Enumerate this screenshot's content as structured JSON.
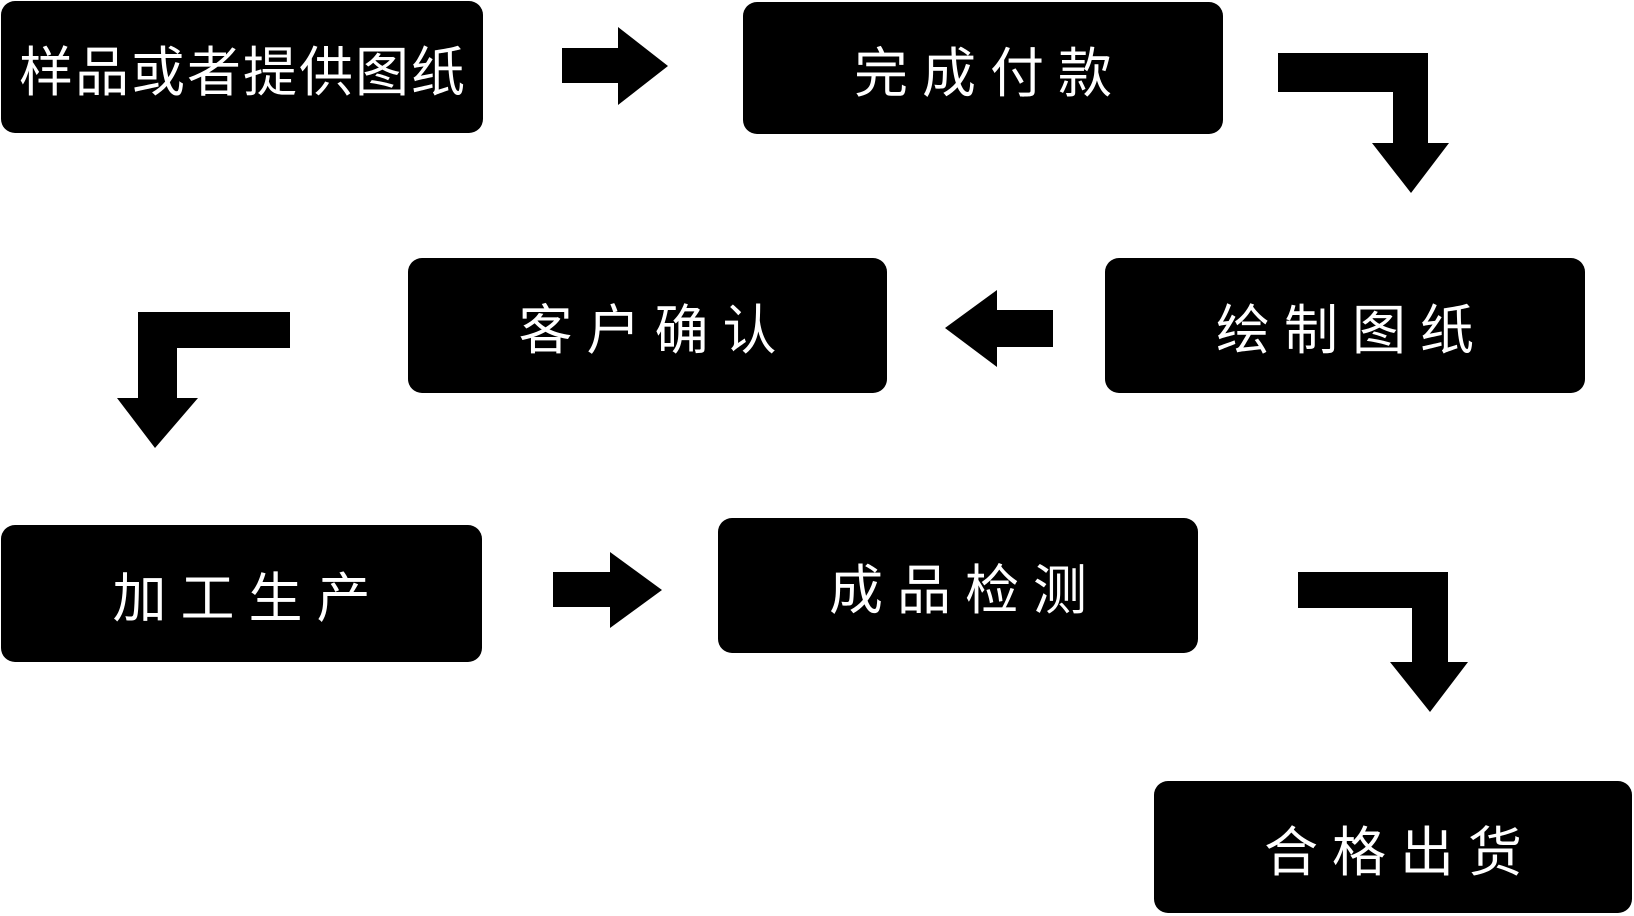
{
  "diagram": {
    "type": "flowchart",
    "background_color": "#ffffff",
    "node_fill_color": "#000000",
    "node_text_color": "#ffffff",
    "arrow_color": "#000000"
  },
  "nodes": [
    {
      "id": "sample-or-drawing",
      "label": "样品或者提供图纸"
    },
    {
      "id": "complete-payment",
      "label": "完成付款"
    },
    {
      "id": "customer-confirm",
      "label": "客户确认"
    },
    {
      "id": "draw-drawings",
      "label": "绘制图纸"
    },
    {
      "id": "processing-production",
      "label": "加工生产"
    },
    {
      "id": "finished-product-inspection",
      "label": "成品检测"
    },
    {
      "id": "qualified-shipment",
      "label": "合格出货"
    }
  ],
  "edges": [
    {
      "from": "sample-or-drawing",
      "to": "complete-payment",
      "shape": "straight-right"
    },
    {
      "from": "complete-payment",
      "to": "draw-drawings",
      "shape": "elbow-right-down"
    },
    {
      "from": "draw-drawings",
      "to": "customer-confirm",
      "shape": "straight-left"
    },
    {
      "from": "customer-confirm",
      "to": "processing-production",
      "shape": "elbow-left-down"
    },
    {
      "from": "processing-production",
      "to": "finished-product-inspection",
      "shape": "straight-right"
    },
    {
      "from": "finished-product-inspection",
      "to": "qualified-shipment",
      "shape": "elbow-right-down"
    }
  ]
}
